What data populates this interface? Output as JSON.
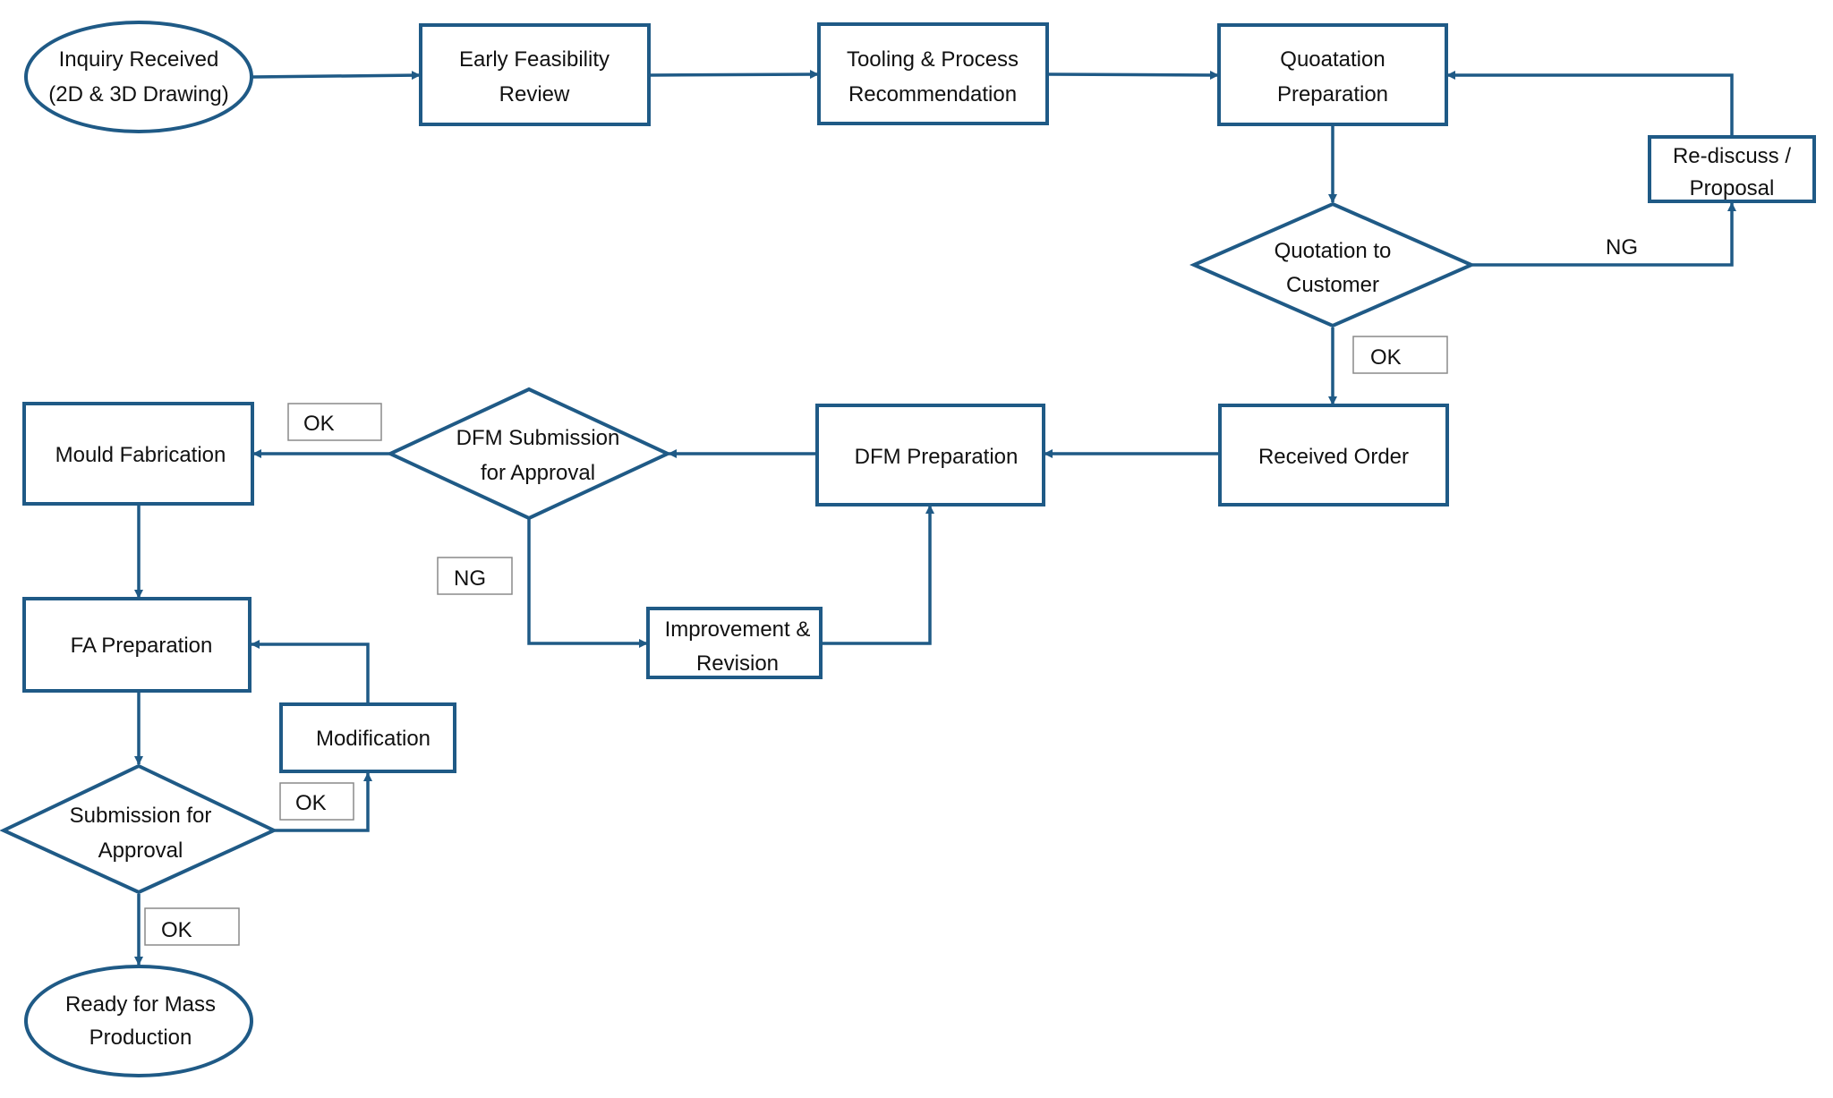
{
  "diagram": {
    "colors": {
      "stroke": "#1f5a86",
      "text": "#111111",
      "label_border": "#8a8a8a",
      "background": "#ffffff"
    },
    "nodes": {
      "inquiry": {
        "shape": "ellipse",
        "lines": [
          "Inquiry Received",
          "(2D & 3D Drawing)"
        ]
      },
      "feasibility": {
        "shape": "rect",
        "lines": [
          "Early Feasibility",
          "Review"
        ]
      },
      "tooling": {
        "shape": "rect",
        "lines": [
          "Tooling & Process",
          "Recommendation"
        ]
      },
      "quotation_prep": {
        "shape": "rect",
        "lines": [
          "Quoatation",
          "Preparation"
        ]
      },
      "rediscuss": {
        "shape": "rect",
        "lines": [
          "Re-discuss /",
          "Proposal"
        ]
      },
      "quotation_customer": {
        "shape": "diamond",
        "lines": [
          "Quotation to",
          "Customer"
        ]
      },
      "received_order": {
        "shape": "rect",
        "lines": [
          "Received Order"
        ]
      },
      "dfm_prep": {
        "shape": "rect",
        "lines": [
          "DFM Preparation"
        ]
      },
      "dfm_submission": {
        "shape": "diamond",
        "lines": [
          "DFM Submission",
          "for Approval"
        ]
      },
      "improvement": {
        "shape": "rect",
        "lines": [
          "Improvement &",
          "Revision"
        ]
      },
      "mould": {
        "shape": "rect",
        "lines": [
          "Mould Fabrication"
        ]
      },
      "fa_prep": {
        "shape": "rect",
        "lines": [
          "FA Preparation"
        ]
      },
      "modification": {
        "shape": "rect",
        "lines": [
          "Modification"
        ]
      },
      "submission_approval": {
        "shape": "diamond",
        "lines": [
          "Submission for",
          "Approval"
        ]
      },
      "ready": {
        "shape": "ellipse",
        "lines": [
          "Ready for Mass",
          "Production"
        ]
      }
    },
    "labels": {
      "ng_quotation": "NG",
      "ok_quotation": "OK",
      "ok_dfm": "OK",
      "ng_dfm": "NG",
      "ok_modification": "OK",
      "ok_final": "OK"
    }
  }
}
